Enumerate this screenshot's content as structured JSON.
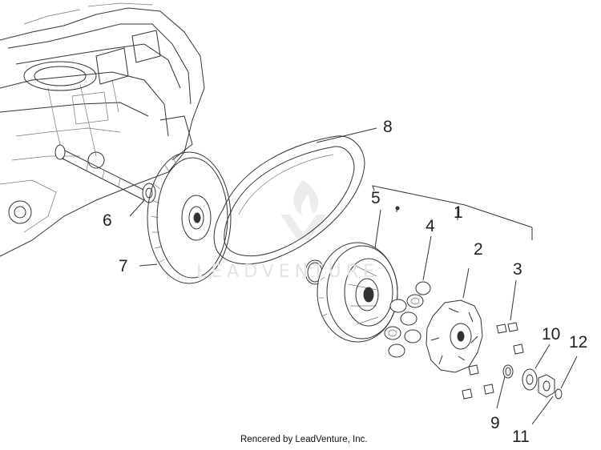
{
  "callouts": {
    "c1": "1",
    "c2": "2",
    "c3": "3",
    "c4": "4",
    "c5": "5",
    "c6": "6",
    "c7": "7",
    "c8": "8",
    "c9": "9",
    "c10": "10",
    "c11": "11",
    "c12": "12"
  },
  "watermark": "LEADVENTURE",
  "credit": "Rencered by LeadVenture, Inc.",
  "colors": {
    "line": "#333333",
    "text": "#222222",
    "watermark": "#e3e3e3"
  }
}
